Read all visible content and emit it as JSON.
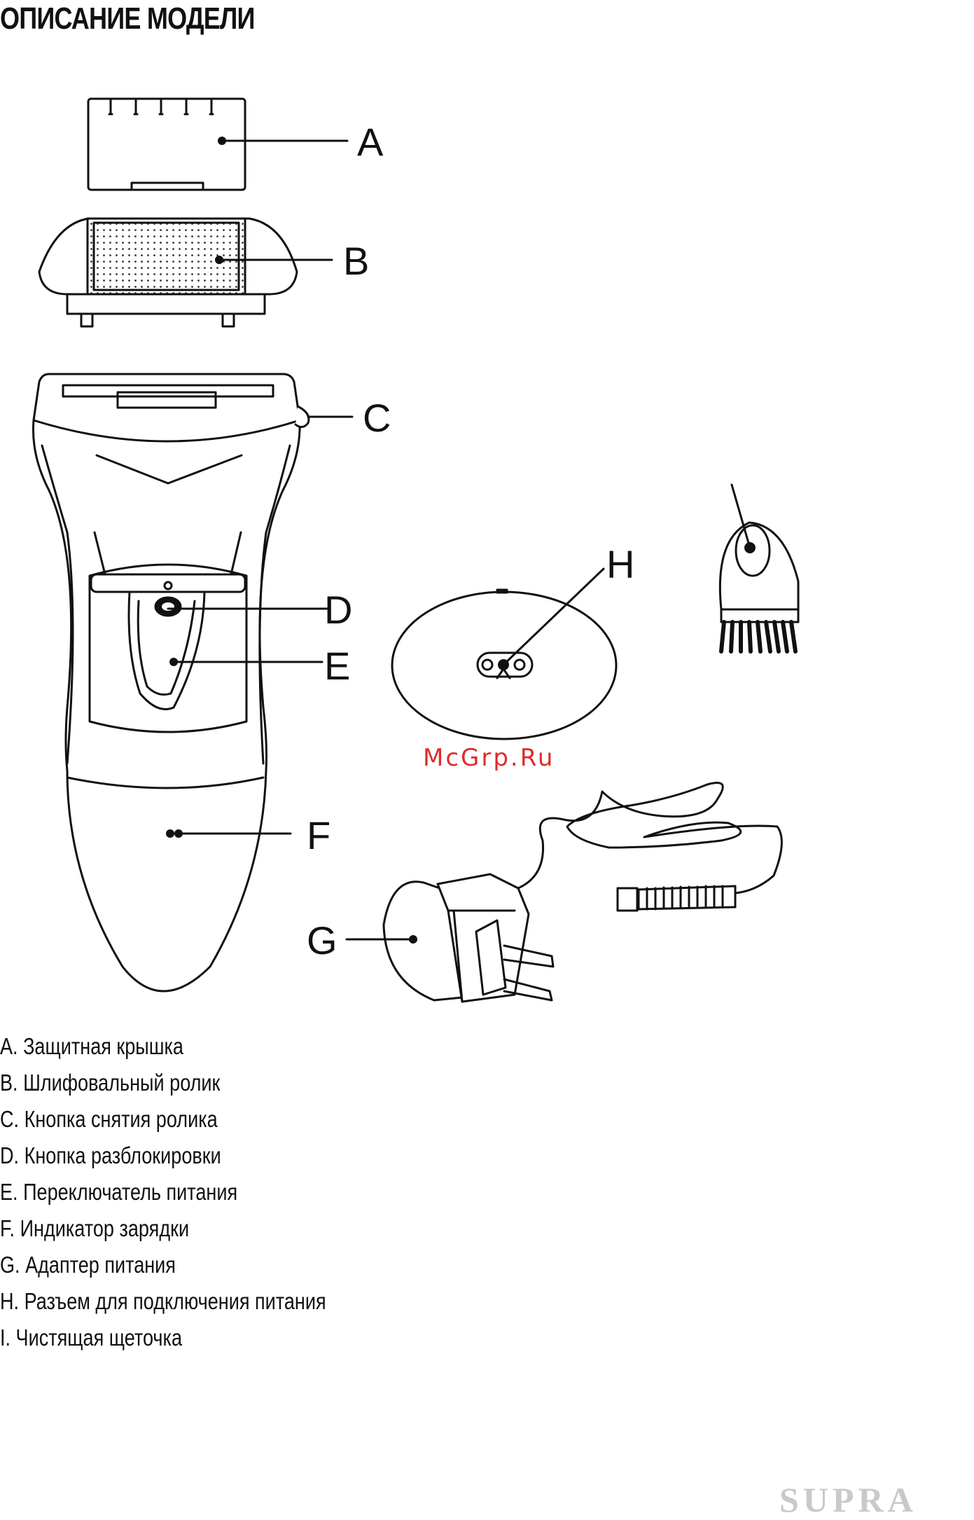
{
  "title": "ОПИСАНИЕ МОДЕЛИ",
  "callouts": {
    "a": "A",
    "b": "B",
    "c": "C",
    "d": "D",
    "e": "E",
    "f": "F",
    "g": "G",
    "h": "H"
  },
  "legend": [
    "A. Защитная крышка",
    "B. Шлифовальный ролик",
    "C. Кнопка снятия ролика",
    "D. Кнопка разблокировки",
    "E. Переключатель питания",
    "F. Индикатор зарядки",
    "G. Адаптер питания",
    "H. Разъем для подключения питания",
    "I. Чистящая щеточка"
  ],
  "watermark": "McGrp.Ru",
  "brand": "SUPRA"
}
